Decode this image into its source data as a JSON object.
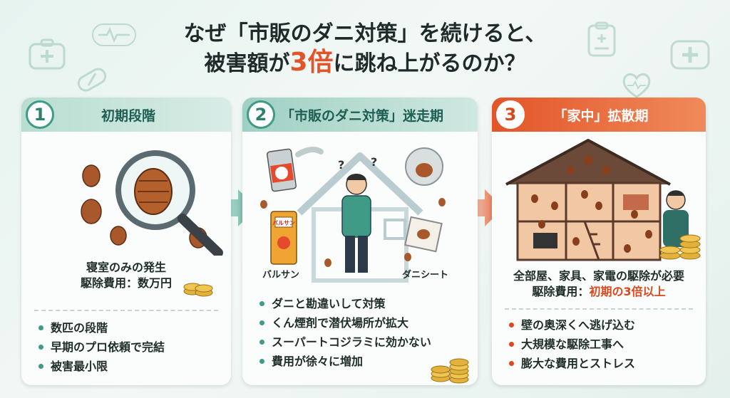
{
  "title": {
    "line1": "なぜ「市販のダニ対策」を続けると、",
    "line2_pre": "被害額が",
    "line2_accent": "3倍",
    "line2_post": "に跳ね上がるのか？"
  },
  "colors": {
    "accent": "#e2552a",
    "teal": "#3f9a86",
    "background": "#e6f3ef"
  },
  "panels": [
    {
      "number": "1",
      "title": "初期段階",
      "sub1": "寝室のみの発生",
      "sub2": "駆除費用：数万円",
      "bullets": [
        "数匹の段階",
        "早期のプロ依頼で完結",
        "被害最小限"
      ]
    },
    {
      "number": "2",
      "title": "「市販のダニ対策」迷走期",
      "caption_left": "バルサン",
      "caption_right": "ダニシート",
      "can_label": "バルサン",
      "bullets": [
        "ダニと勘違いして対策",
        "くん煙剤で潜伏場所が拡大",
        "スーパートコジラミに効かない",
        "費用が徐々に増加"
      ]
    },
    {
      "number": "3",
      "title": "「家中」拡散期",
      "sub1": "全部屋、家具、家電の駆除が必要",
      "sub2_pre": "駆除費用：",
      "sub2_red": "初期の3倍以上",
      "bullets": [
        "壁の奥深くへ逃げ込む",
        "大規模な駆除工事へ",
        "膨大な費用とストレス"
      ]
    }
  ],
  "icons": [
    "medical-kit-icon",
    "heartbeat-icon",
    "pill-icon",
    "clipboard-icon",
    "heart-icon",
    "magnifier-icon",
    "bedbug-icon",
    "coin-stack-icon",
    "spray-can-icon",
    "house-icon",
    "arrow-right-icon"
  ]
}
